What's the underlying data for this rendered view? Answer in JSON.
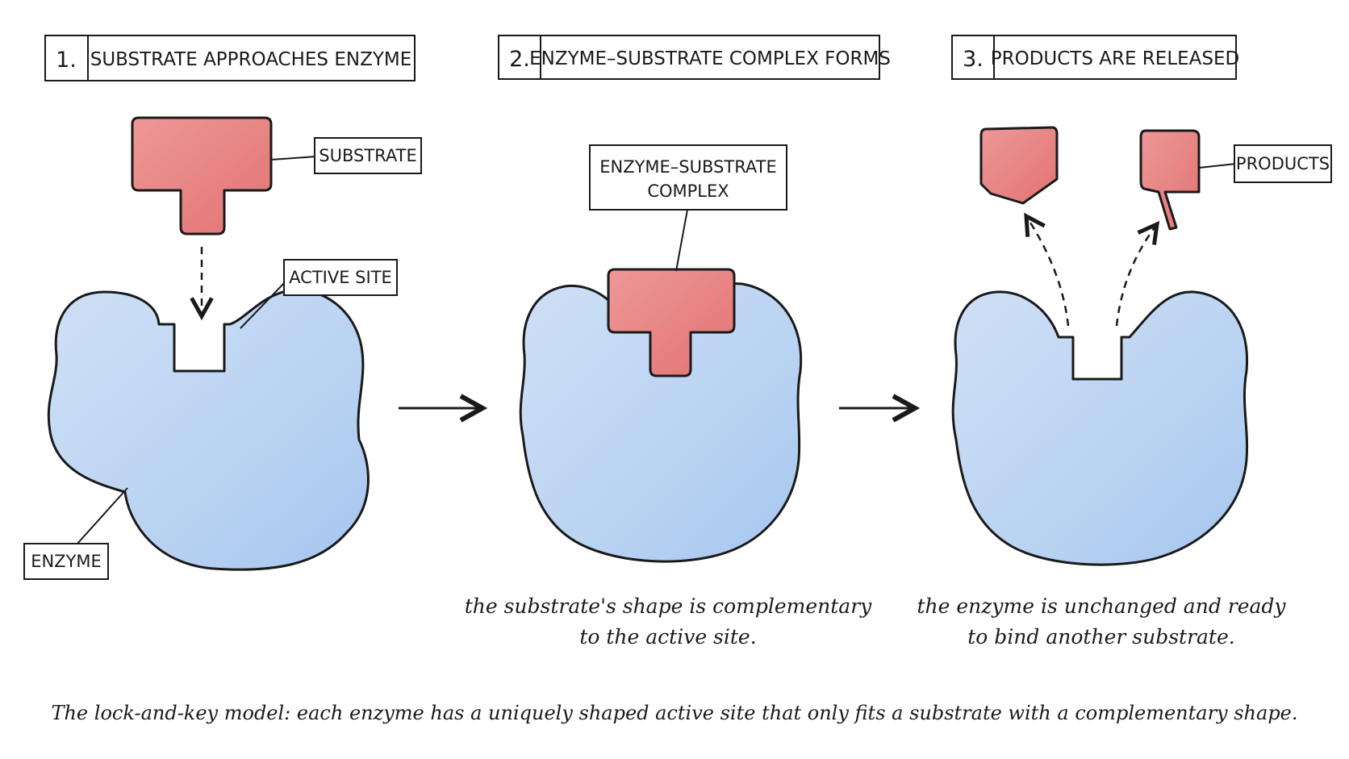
{
  "steps": [
    {
      "number": "1.",
      "title": "SUBSTRATE APPROACHES ENZYME"
    },
    {
      "number": "2.",
      "title": "ENZYME–SUBSTRATE COMPLEX FORMS"
    },
    {
      "number": "3.",
      "title": "PRODUCTS ARE RELEASED"
    }
  ],
  "labels": {
    "substrate": "SUBSTRATE",
    "active_site": "ACTIVE SITE",
    "enzyme": "ENZYME",
    "complex_line1": "ENZYME–SUBSTRATE",
    "complex_line2": "COMPLEX",
    "products": "PRODUCTS"
  },
  "notes": {
    "step2_line1": "the substrate's shape is complementary",
    "step2_line2": "to the active site.",
    "step3_line1": "the enzyme is unchanged and ready",
    "step3_line2": "to bind another substrate."
  },
  "caption": "The lock-and-key model: each enzyme has a uniquely shaped active site that only fits a substrate with a complementary shape.",
  "colors": {
    "enzyme": "#b9d3f2",
    "substrate": "#e98585",
    "outline": "#1a1a1a"
  }
}
